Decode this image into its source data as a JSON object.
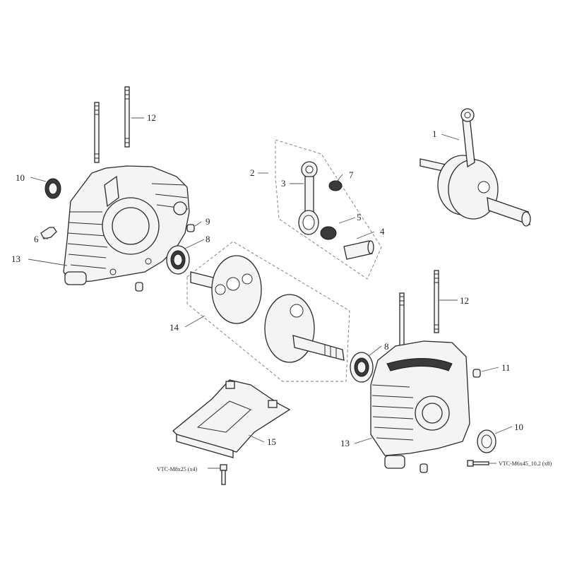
{
  "callouts": {
    "c1": "1",
    "c2": "2",
    "c3": "3",
    "c4": "4",
    "c5": "5",
    "c6": "6",
    "c7": "7",
    "c8_left": "8",
    "c8_right": "8",
    "c9": "9",
    "c10_left": "10",
    "c10_right": "10",
    "c11": "11",
    "c12_left": "12",
    "c12_right": "12",
    "c13_left": "13",
    "c13_right": "13",
    "c14": "14",
    "c15": "15"
  },
  "notes": {
    "screw_m8": "VTC-M8x25 (x4)",
    "screw_m6": "VTC-M6x45_10.2 (x8)"
  }
}
